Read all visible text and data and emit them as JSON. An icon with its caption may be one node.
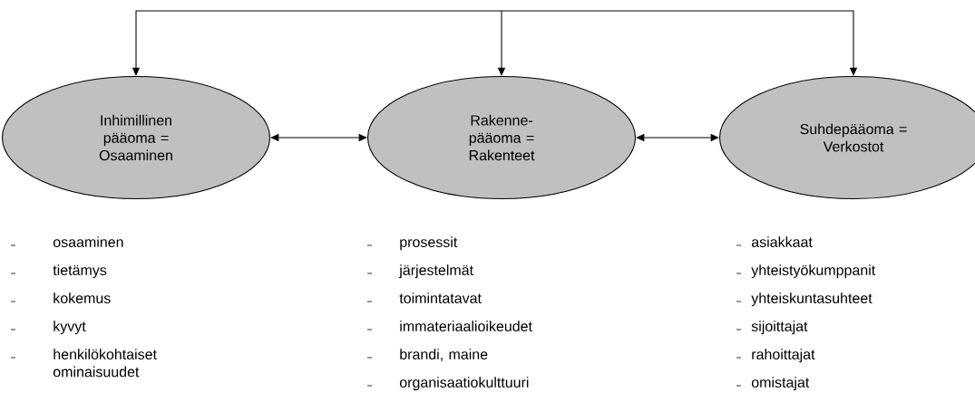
{
  "diagram": {
    "nodes": [
      {
        "text": [
          "Inhimillinen pääoma = Osaaminen"
        ]
      },
      {
        "text": [
          "Rakenne- pääoma = Rakenteet"
        ]
      },
      {
        "text": [
          "Suhdepääoma = Verkostot"
        ]
      }
    ],
    "edges": [
      {
        "from": 0,
        "to": 1,
        "arrow": "both"
      },
      {
        "from": 1,
        "to": 2,
        "arrow": "both"
      },
      {
        "from": null,
        "to": 0,
        "arrow": "to"
      },
      {
        "from": null,
        "to": 1,
        "arrow": "to"
      },
      {
        "from": null,
        "to": 2,
        "arrow": "to"
      }
    ],
    "labels": [
      "osaaminen",
      "tietämys",
      "kokemus",
      "kyvyt",
      "henkilökohtaiset ominaisuudet",
      "prosessit",
      "järjestelmät",
      "toimintatavat",
      "immateriaalioikeudet",
      "brandi, maine",
      "organisaatiokulttuuri",
      "asiakkaat",
      "yhteistyökumppanit",
      "yhteiskuntasuhteet",
      "sijoittajat",
      "rahoittajat",
      "omistajat"
    ]
  }
}
